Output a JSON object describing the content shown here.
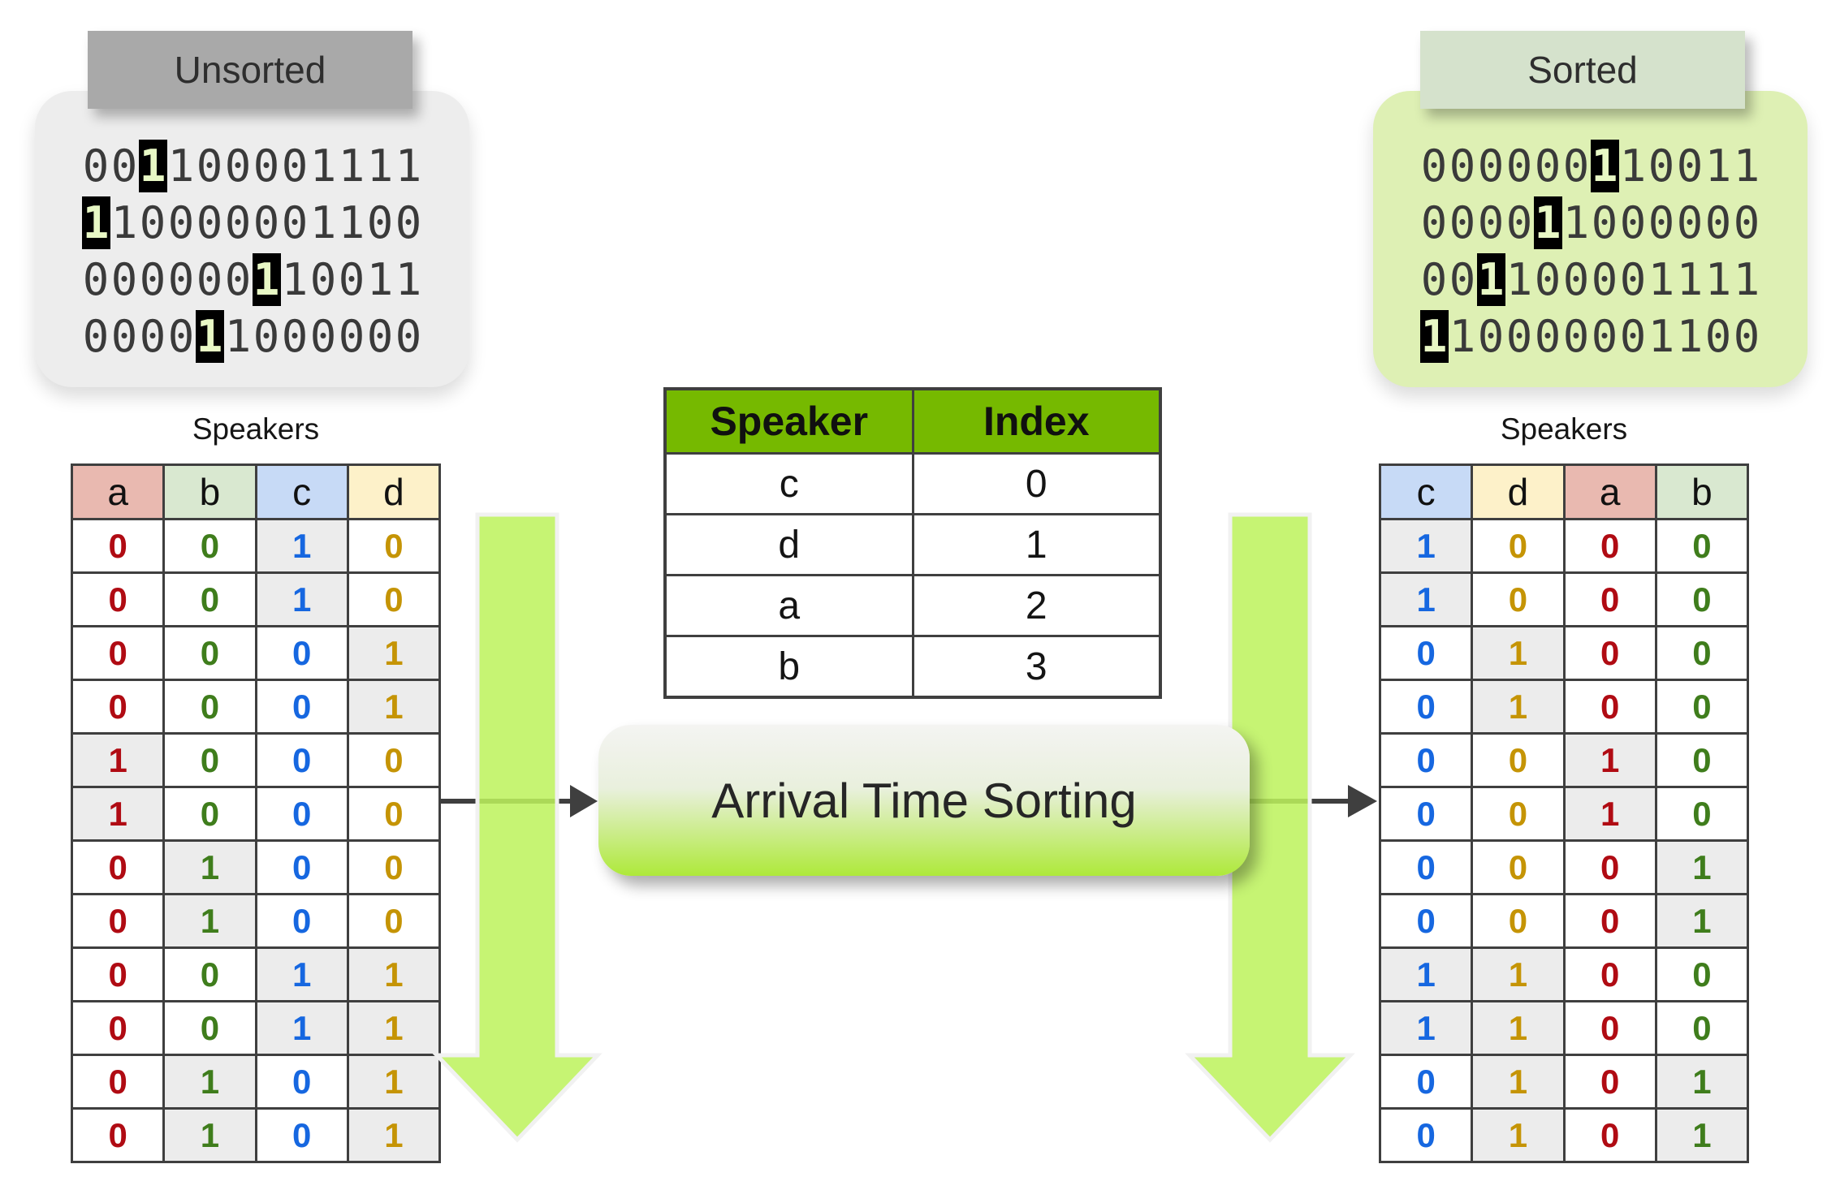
{
  "unsorted_panel": {
    "label": "Unsorted",
    "lines": [
      {
        "bits": "001100001111",
        "highlight_index": 2
      },
      {
        "bits": "110000001100",
        "highlight_index": 0
      },
      {
        "bits": "000000110011",
        "highlight_index": 6
      },
      {
        "bits": "000011000000",
        "highlight_index": 4
      }
    ]
  },
  "sorted_panel": {
    "label": "Sorted",
    "lines": [
      {
        "bits": "000000110011",
        "highlight_index": 6
      },
      {
        "bits": "000011000000",
        "highlight_index": 4
      },
      {
        "bits": "001100001111",
        "highlight_index": 2
      },
      {
        "bits": "110000001100",
        "highlight_index": 0
      }
    ]
  },
  "left_table": {
    "title": "Speakers",
    "columns": [
      "a",
      "b",
      "c",
      "d"
    ],
    "rows": [
      [
        0,
        0,
        1,
        0
      ],
      [
        0,
        0,
        1,
        0
      ],
      [
        0,
        0,
        0,
        1
      ],
      [
        0,
        0,
        0,
        1
      ],
      [
        1,
        0,
        0,
        0
      ],
      [
        1,
        0,
        0,
        0
      ],
      [
        0,
        1,
        0,
        0
      ],
      [
        0,
        1,
        0,
        0
      ],
      [
        0,
        0,
        1,
        1
      ],
      [
        0,
        0,
        1,
        1
      ],
      [
        0,
        1,
        0,
        1
      ],
      [
        0,
        1,
        0,
        1
      ]
    ]
  },
  "right_table": {
    "title": "Speakers",
    "columns": [
      "c",
      "d",
      "a",
      "b"
    ],
    "rows": [
      [
        1,
        0,
        0,
        0
      ],
      [
        1,
        0,
        0,
        0
      ],
      [
        0,
        1,
        0,
        0
      ],
      [
        0,
        1,
        0,
        0
      ],
      [
        0,
        0,
        1,
        0
      ],
      [
        0,
        0,
        1,
        0
      ],
      [
        0,
        0,
        0,
        1
      ],
      [
        0,
        0,
        0,
        1
      ],
      [
        1,
        1,
        0,
        0
      ],
      [
        1,
        1,
        0,
        0
      ],
      [
        0,
        1,
        0,
        1
      ],
      [
        0,
        1,
        0,
        1
      ]
    ]
  },
  "index_table": {
    "headers": [
      "Speaker",
      "Index"
    ],
    "rows": [
      [
        "c",
        "0"
      ],
      [
        "d",
        "1"
      ],
      [
        "a",
        "2"
      ],
      [
        "b",
        "3"
      ]
    ]
  },
  "process_box": {
    "label": "Arrival Time Sorting"
  },
  "icons": {
    "left_flow_arrow": "right-arrow",
    "right_flow_arrow": "right-arrow",
    "left_down_arrow": "big-down-arrow",
    "right_down_arrow": "big-down-arrow"
  },
  "colors": {
    "accent_green": "#76b900",
    "big_arrow_green": "#bdf25c",
    "button_gradient_top": "#f4f4f2",
    "button_gradient_bottom": "#aee93a",
    "unsorted_label_bg": "#a9a9a9",
    "unsorted_box_bg": "#ededed",
    "sorted_label_bg": "#d5e2cc",
    "sorted_box_bg": "#def0b4",
    "highlight_bg": "#000000",
    "highlight_fg": "#e8f8c5",
    "one_cell_bg": "#ececec",
    "table_border": "#3f3f3f",
    "speakers": {
      "a": {
        "header_bg": "#e9b9b0",
        "digit": "#b00b13"
      },
      "b": {
        "header_bg": "#d9e8d0",
        "digit": "#3f7d1c"
      },
      "c": {
        "header_bg": "#c7daf6",
        "digit": "#1667e0"
      },
      "d": {
        "header_bg": "#fdf1c9",
        "digit": "#c59405"
      }
    }
  }
}
